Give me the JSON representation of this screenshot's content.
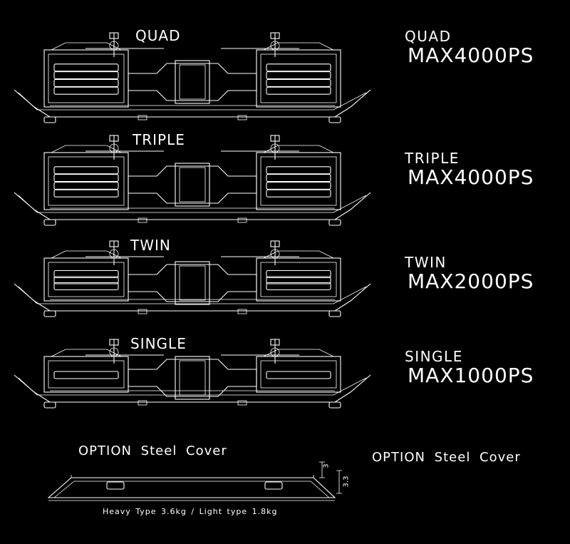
{
  "products": [
    {
      "id": "quad",
      "diagram_label": "QUAD",
      "name": "QUAD",
      "power": "MAX4000PS"
    },
    {
      "id": "triple",
      "diagram_label": "TRIPLE",
      "name": "TRIPLE",
      "power": "MAX4000PS"
    },
    {
      "id": "twin",
      "diagram_label": "TWIN",
      "name": "TWIN",
      "power": "MAX2000PS"
    },
    {
      "id": "single",
      "diagram_label": "SINGLE",
      "name": "SINGLE",
      "power": "MAX1000PS"
    }
  ],
  "option": {
    "diagram_label": "OPTION Steel Cover",
    "name": "OPTION Steel Cover",
    "dim_a": "3",
    "dim_b": "3.3",
    "weight_note": "Heavy Type 3.6kg / Light type 1.8kg"
  },
  "colors": {
    "background": "#000000",
    "line": "#ffffff"
  }
}
